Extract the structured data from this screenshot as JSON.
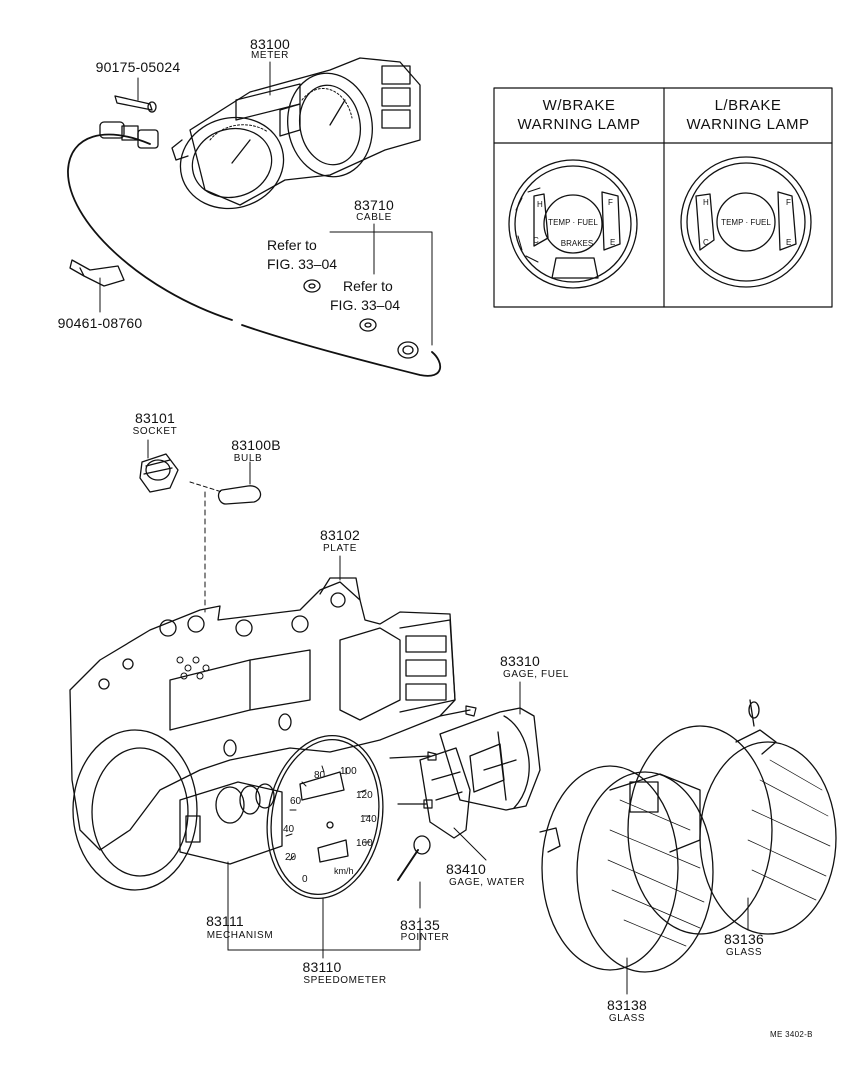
{
  "callouts": {
    "meter": {
      "number": "83100",
      "name": "METER"
    },
    "screw": {
      "number": "90175-05024"
    },
    "clamp": {
      "number": "90461-08760"
    },
    "cable": {
      "number": "83710",
      "name": "CABLE"
    },
    "refer_1": {
      "line1": "Refer to",
      "line2": "FIG. 33–04"
    },
    "refer_2": {
      "line1": "Refer to",
      "line2": "FIG. 33–04"
    },
    "socket": {
      "number": "83101",
      "name": "SOCKET"
    },
    "bulb": {
      "number": "83100B",
      "name": "BULB"
    },
    "plate": {
      "number": "83102",
      "name": "PLATE"
    },
    "gage_fuel": {
      "number": "83310",
      "name": "GAGE, FUEL"
    },
    "gage_water": {
      "number": "83410",
      "name": "GAGE, WATER"
    },
    "mechanism": {
      "number": "83111",
      "name": "MECHANISM"
    },
    "pointer": {
      "number": "83135",
      "name": "POINTER"
    },
    "speedometer": {
      "number": "83110",
      "name": "SPEEDOMETER"
    },
    "glass_136": {
      "number": "83136",
      "name": "GLASS"
    },
    "glass_138": {
      "number": "83138",
      "name": "GLASS"
    }
  },
  "variant_table": {
    "left_header": {
      "line1": "W/BRAKE",
      "line2": "WARNING LAMP"
    },
    "right_header": {
      "line1": "L/BRAKE",
      "line2": "WARNING LAMP"
    },
    "left_dial": {
      "center": "TEMP · FUEL",
      "lamp": "BRAKES",
      "h": "H",
      "c": "C",
      "f": "F",
      "e": "E"
    },
    "right_dial": {
      "center": "TEMP · FUEL",
      "h": "H",
      "c": "C",
      "f": "F",
      "e": "E"
    }
  },
  "speedometer_dial": {
    "ticks": [
      "0",
      "20",
      "40",
      "60",
      "80",
      "100",
      "120",
      "140",
      "160"
    ],
    "unit": "km/h"
  },
  "document_id": "ME 3402-B"
}
